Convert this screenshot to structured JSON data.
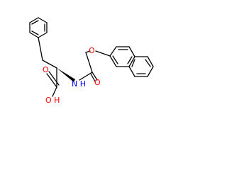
{
  "molecule": {
    "labels": {
      "nh": "N H",
      "ether_o": "O",
      "carbonyl_o": "O",
      "oh": "O H",
      "acid_o": "O"
    }
  },
  "colors": {
    "bond": "#000000",
    "oxygen": "#ff0000",
    "nitrogen": "#0000ff",
    "background": "#ffffff"
  }
}
